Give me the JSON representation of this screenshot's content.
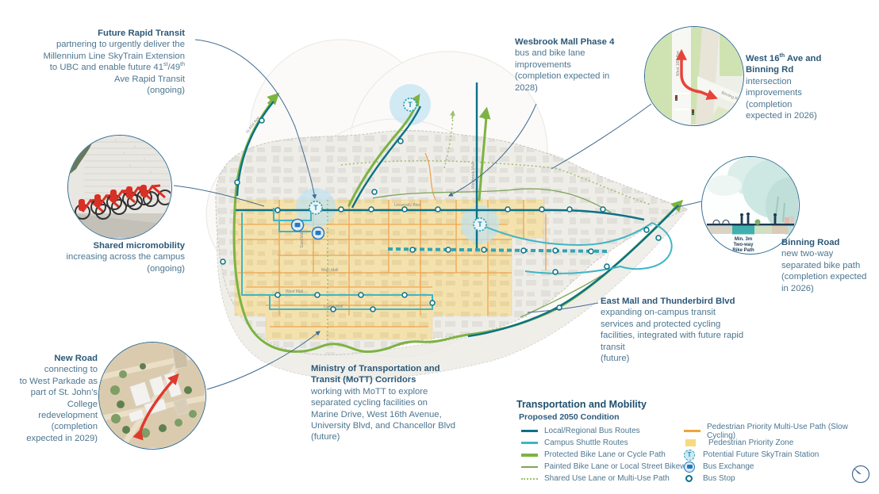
{
  "annotations": {
    "future_rapid_transit": {
      "title": "Future Rapid Transit",
      "line1": "partnering to urgently deliver the",
      "line2": "Millennium Line SkyTrain Extension",
      "line3a": "to UBC and enable future 41",
      "line3_sup1": "st",
      "line3b": "/49",
      "line3_sup2": "th",
      "line4": "Ave Rapid Transit",
      "line5": "(ongoing)"
    },
    "wesbrook": {
      "title": "Wesbrook Mall Phase 4",
      "line1": "bus and bike lane",
      "line2": "improvements",
      "line3": "(completion expected in",
      "line4": "2028)"
    },
    "west16": {
      "title1a": "West 16",
      "title1_sup": "th",
      "title1b": " Ave and",
      "title2": "Binning Rd",
      "line1": "intersection",
      "line2": "improvements",
      "line3": "(completion",
      "line4": "expected in 2026)"
    },
    "micromobility": {
      "title": "Shared micromobility",
      "line1": "increasing across the campus",
      "line2": "(ongoing)"
    },
    "binning": {
      "title": "Binning Road",
      "line1": "new two-way",
      "line2": "separated bike path",
      "line3": "(completion expected",
      "line4": "in 2026)"
    },
    "new_road": {
      "title": "New Road",
      "line1": "connecting to",
      "line2": "to West Parkade as",
      "line3": "part of St. John's",
      "line4": "College",
      "line5": "redevelopment",
      "line6": "(completion",
      "line7": "expected in 2029)"
    },
    "mott": {
      "title1": "Ministry of Transportation and",
      "title2": "Transit (MoTT) Corridors",
      "line1": "working with MoTT to explore",
      "line2": "separated cycling facilities on",
      "line3": "Marine Drive, West 16th Avenue,",
      "line4": "University Blvd, and Chancellor Blvd",
      "line5": "(future)"
    },
    "east_mall": {
      "title": "East Mall and Thunderbird Blvd",
      "line1": "expanding on-campus transit",
      "line2": "services and protected cycling",
      "line3": "facilities, integrated with future rapid",
      "line4": "transit",
      "line5": "(future)"
    }
  },
  "legend": {
    "title": "Transportation and Mobility",
    "subtitle": "Proposed 2050 Condition",
    "col1": [
      {
        "label": "Local/Regional Bus Routes"
      },
      {
        "label": "Campus Shuttle Routes"
      },
      {
        "label": "Protected Bike Lane or Cycle Path"
      },
      {
        "label": "Painted Bike Lane or Local Street Bikeway"
      },
      {
        "label": "Shared Use Lane or Multi-Use Path"
      }
    ],
    "col2": [
      {
        "label": "Pedestrian Priority Multi-Use Path (Slow Cycling)"
      },
      {
        "label": "Pedestrian Priority Zone"
      },
      {
        "label": "Potential Future SkyTrain Station"
      },
      {
        "label": "Bus Exchange"
      },
      {
        "label": "Bus Stop"
      }
    ],
    "skytrain_t": "T"
  },
  "insets": {
    "intersection": {
      "road1": "West 16th Ave",
      "road2": "Binning Rd"
    },
    "cross_section": {
      "cap1": "Min. 3m",
      "cap2": "Two-way",
      "cap3": "Bike Path"
    }
  },
  "map": {
    "labels": {
      "east_mall": "East Mall",
      "main_mall": "Main Mall",
      "west_mall": "West Mall",
      "lower_mall": "Lower Mall",
      "wesbrook_mall": "Wesbrook Mall",
      "university_blvd": "University Blvd",
      "to41": "to 41st Ave"
    },
    "station_t": "T"
  },
  "colors": {
    "bus_route": "#0b7286",
    "shuttle": "#3fb6c4",
    "protected_bike": "#7cb342",
    "painted_bike": "#7da65a",
    "shared_use": "#9dbf6e",
    "pedestrian_path": "#f0a33c",
    "pedestrian_zone": "#f7d980",
    "skytrain_halo": "#bfe2f2",
    "annotation_text": "#4c7690",
    "annotation_title": "#2b5877",
    "connector": "#3f6b92"
  }
}
